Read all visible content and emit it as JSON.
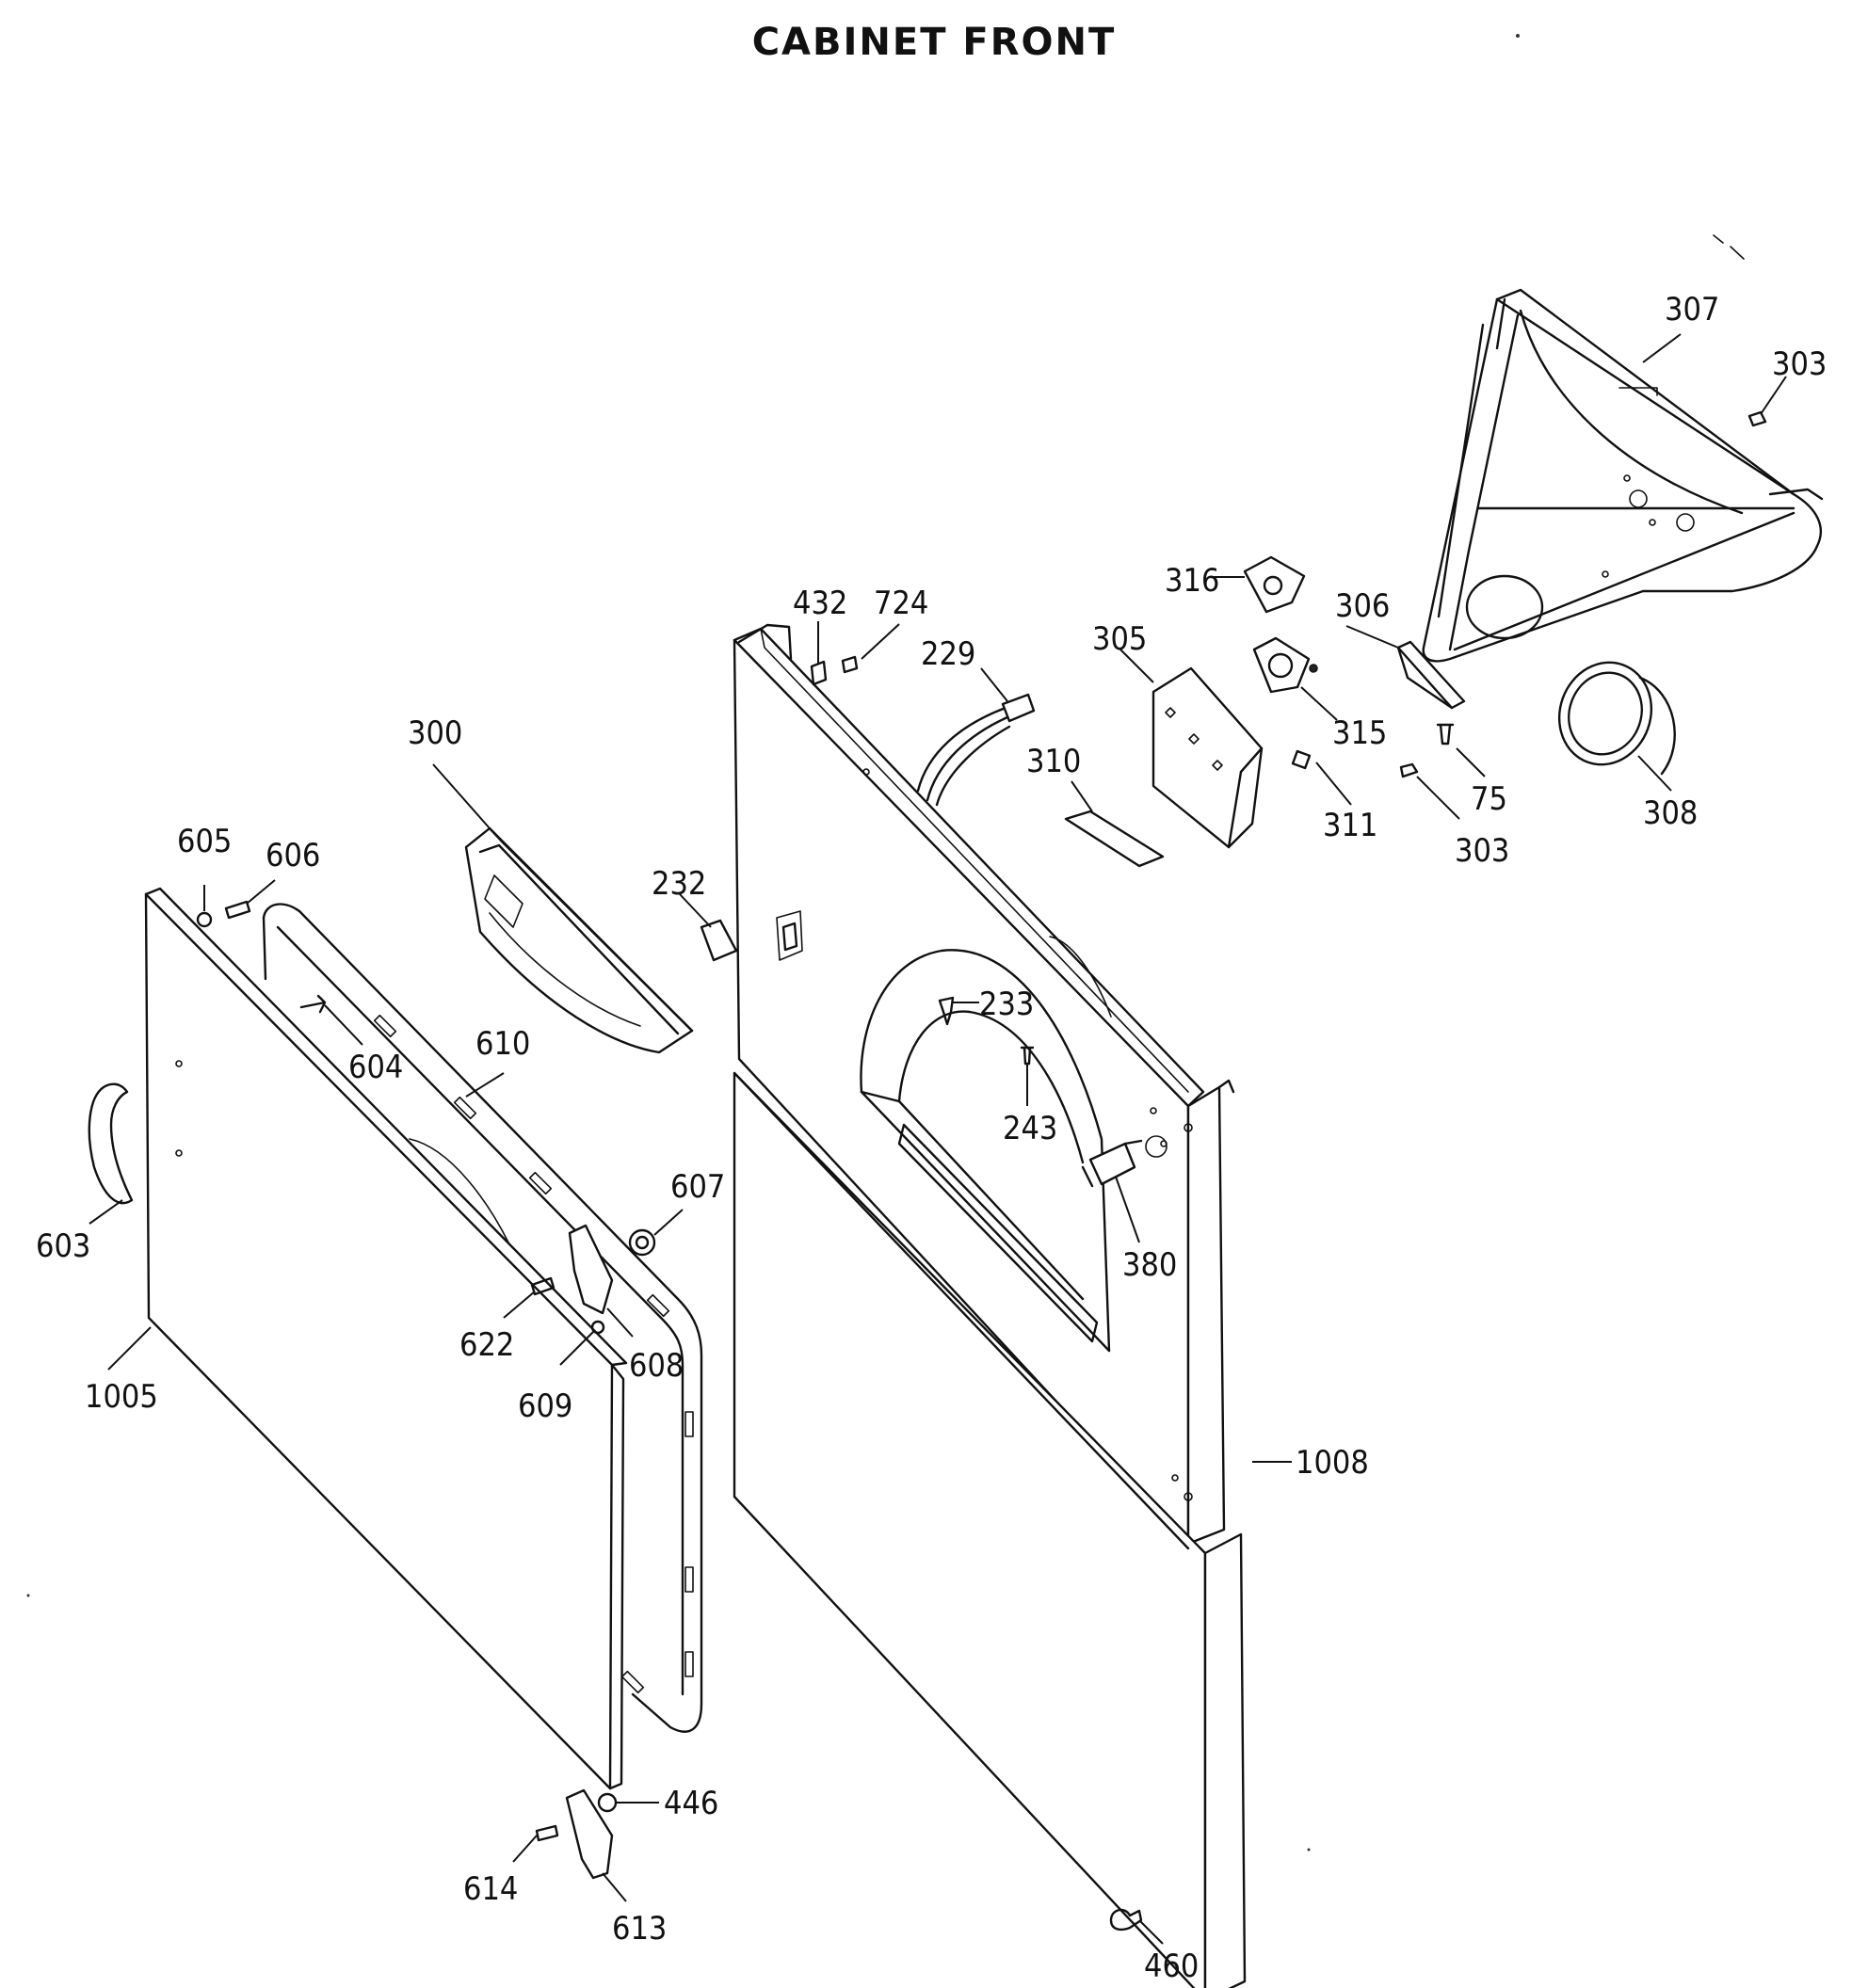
{
  "title": "CABINET FRONT",
  "parts": [
    {
      "id": "p307",
      "label": "307"
    },
    {
      "id": "p303a",
      "label": "303"
    },
    {
      "id": "p316",
      "label": "316"
    },
    {
      "id": "p306",
      "label": "306"
    },
    {
      "id": "p432",
      "label": "432"
    },
    {
      "id": "p724",
      "label": "724"
    },
    {
      "id": "p305",
      "label": "305"
    },
    {
      "id": "p229",
      "label": "229"
    },
    {
      "id": "p315",
      "label": "315"
    },
    {
      "id": "p75",
      "label": "75"
    },
    {
      "id": "p308",
      "label": "308"
    },
    {
      "id": "p310",
      "label": "310"
    },
    {
      "id": "p311",
      "label": "311"
    },
    {
      "id": "p303b",
      "label": "303"
    },
    {
      "id": "p300",
      "label": "300"
    },
    {
      "id": "p605",
      "label": "605"
    },
    {
      "id": "p606",
      "label": "606"
    },
    {
      "id": "p232",
      "label": "232"
    },
    {
      "id": "p233",
      "label": "233"
    },
    {
      "id": "p610",
      "label": "610"
    },
    {
      "id": "p604",
      "label": "604"
    },
    {
      "id": "p243",
      "label": "243"
    },
    {
      "id": "p607",
      "label": "607"
    },
    {
      "id": "p603",
      "label": "603"
    },
    {
      "id": "p380",
      "label": "380"
    },
    {
      "id": "p622",
      "label": "622"
    },
    {
      "id": "p608",
      "label": "608"
    },
    {
      "id": "p1005",
      "label": "1005"
    },
    {
      "id": "p609",
      "label": "609"
    },
    {
      "id": "p1008",
      "label": "1008"
    },
    {
      "id": "p446",
      "label": "446"
    },
    {
      "id": "p614",
      "label": "614"
    },
    {
      "id": "p613",
      "label": "613"
    },
    {
      "id": "p460",
      "label": "460"
    }
  ]
}
